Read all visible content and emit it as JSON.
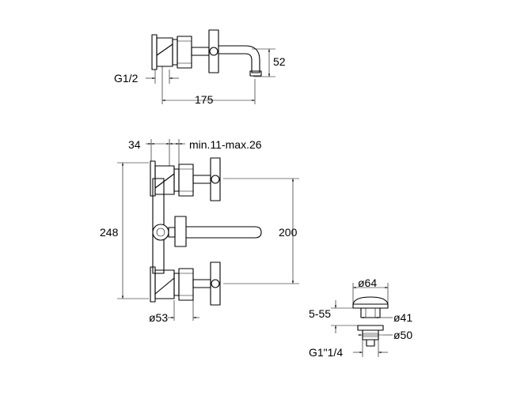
{
  "labels": {
    "thread_half": "G1/2",
    "spout_length": "175",
    "spout_height": "52",
    "wall_depth": "34",
    "adjust_range": "min.11-max.26",
    "total_height": "248",
    "center_distance": "200",
    "rosette_diameter": "ø53",
    "waste_cap_diameter": "ø64",
    "waste_height": "5-55",
    "waste_inner_diameter": "ø41",
    "waste_outer_diameter": "ø50",
    "waste_thread": "G1\"1/4"
  }
}
